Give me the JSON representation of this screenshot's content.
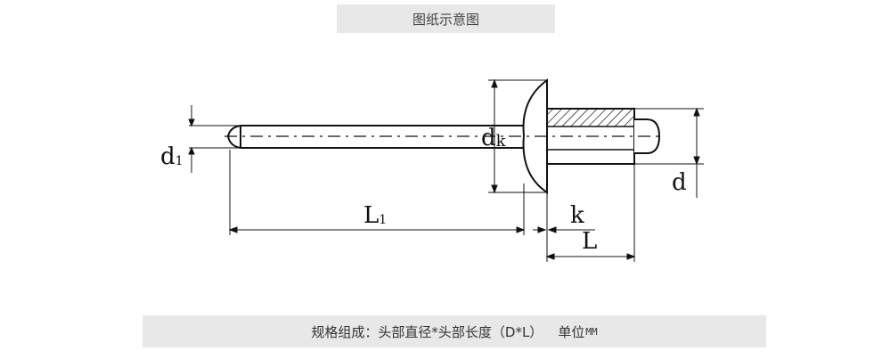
{
  "header": {
    "title": "图纸示意图"
  },
  "diagram": {
    "labels": {
      "d1_main": "d",
      "d1_sub": "1",
      "L1_main": "L",
      "L1_sub": "1",
      "dk_main": "d",
      "dk_sub": "k",
      "k": "k",
      "L": "L",
      "d": "d"
    }
  },
  "footer": {
    "spec_text": "规格组成：头部直径*头部长度（D*L）　  单位",
    "unit": "MM"
  }
}
